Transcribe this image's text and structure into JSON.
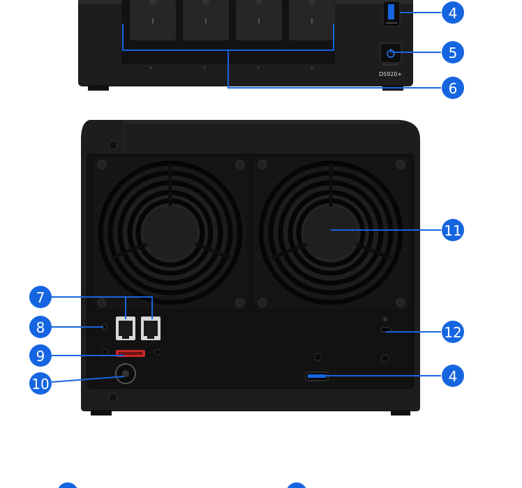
{
  "device": {
    "model_label": "DS920+"
  },
  "callouts": {
    "front": [
      "4",
      "5",
      "6"
    ],
    "back": [
      "11",
      "7",
      "8",
      "12",
      "9",
      "4",
      "10"
    ]
  },
  "colors": {
    "accent_blue": "#1565e0",
    "chassis": "#1d1d1d",
    "background": "#ffffff"
  },
  "legend": {
    "items": [
      "",
      ""
    ]
  }
}
